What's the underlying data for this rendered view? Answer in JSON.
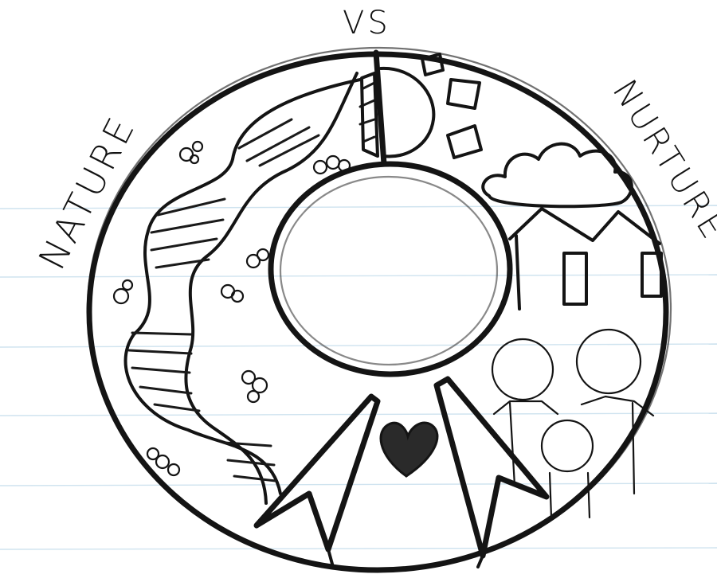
{
  "title": "VS",
  "left_label": "NATURE",
  "right_label": "NURTURE",
  "palette": {
    "ink": "#141414",
    "paper": "#ffffff",
    "ruled_lines": "#cfe3ef",
    "heart": "#2a2a2a"
  },
  "icons": [
    "dna-helix-icon",
    "cell-cluster-icon",
    "sun-icon",
    "cloud-icon",
    "house-icon",
    "family-people-icon",
    "heart-icon",
    "ribbon-badge-icon"
  ]
}
